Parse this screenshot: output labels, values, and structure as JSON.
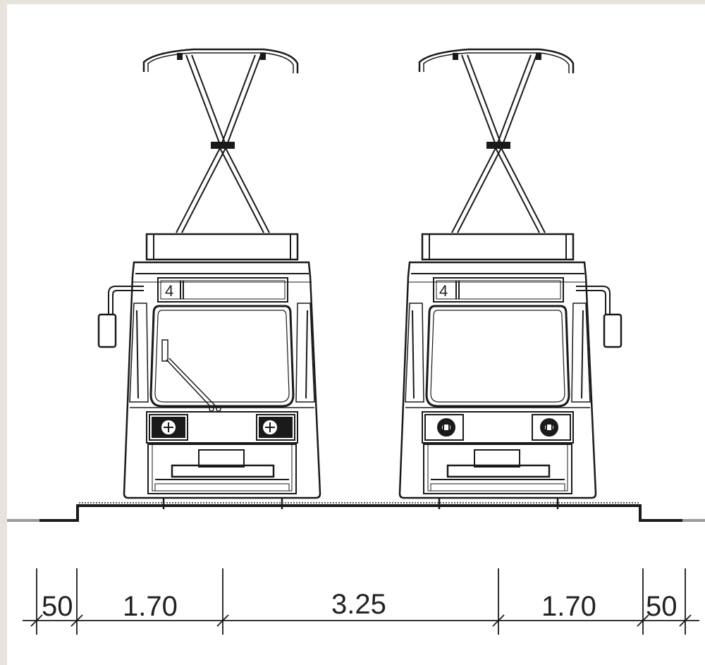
{
  "trams": [
    {
      "route_number": "4"
    },
    {
      "route_number": "4"
    }
  ],
  "dimensions": [
    "50",
    "1.70",
    "3.25",
    "1.70",
    "50"
  ],
  "colors": {
    "background": "#e6e4dc",
    "paper": "#ffffff",
    "ink": "#1a1a1a",
    "ground_grey": "#9a9a9a"
  }
}
